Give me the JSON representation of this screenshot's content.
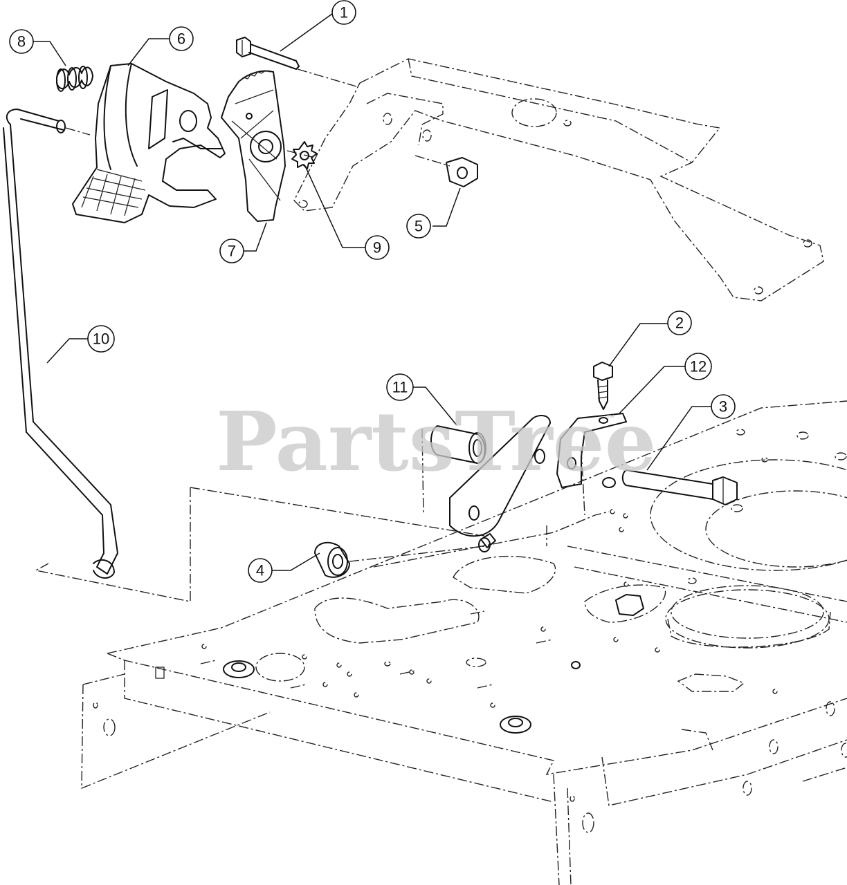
{
  "watermark": {
    "text": "PartsTree",
    "trademark": "™"
  },
  "callouts": {
    "c1": "1",
    "c2": "2",
    "c3": "3",
    "c4": "4",
    "c5": "5",
    "c6": "6",
    "c7": "7",
    "c8": "8",
    "c9": "9",
    "c10": "10",
    "c11": "11",
    "c12": "12"
  },
  "colors": {
    "line": "#111111",
    "watermark": "#c8c8c8",
    "background": "#ffffff"
  }
}
